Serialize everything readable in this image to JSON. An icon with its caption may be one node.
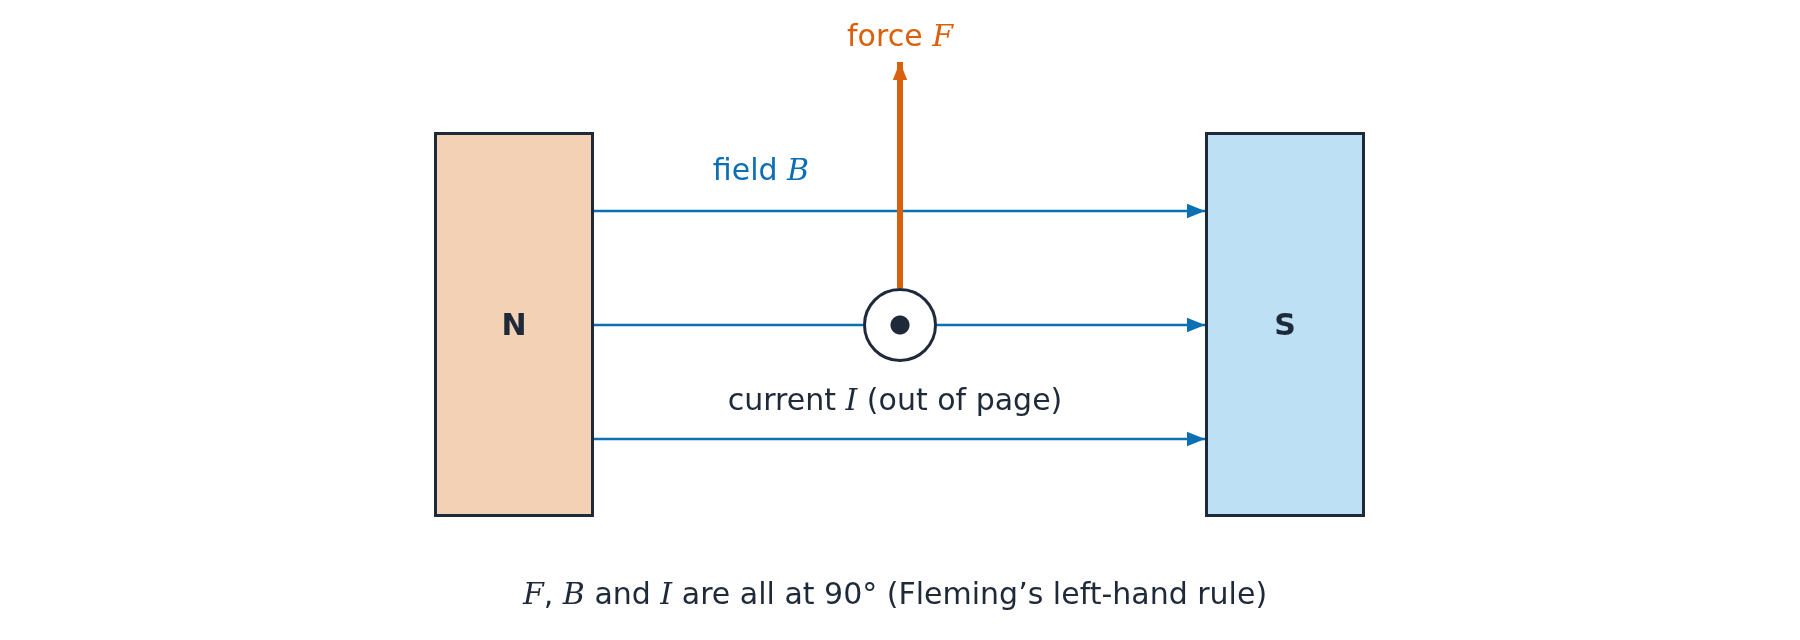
{
  "diagram": {
    "caption": "*F*, *B* and *I* are all at 90° (Fleming’s left-hand rule)",
    "nodes": [
      {
        "text": [
          "N"
        ]
      },
      {
        "text": [
          "S"
        ]
      },
      {
        "text": [],
        "shape": "circle",
        "beside": [
          "current *I* (out of page)"
        ]
      }
    ],
    "edges": [
      {
        "from": 0,
        "to": 1,
        "arrow": "to",
        "label": "field *B*"
      },
      {
        "from": 0,
        "to": 2,
        "arrow": "none"
      },
      {
        "from": 2,
        "to": 1,
        "arrow": "to"
      },
      {
        "from": 0,
        "to": 1,
        "arrow": "to"
      },
      {
        "from": 2,
        "to": null,
        "arrow": "to",
        "label": "force *F*",
        "style": "thick",
        "color": "#d9600c"
      }
    ]
  }
}
